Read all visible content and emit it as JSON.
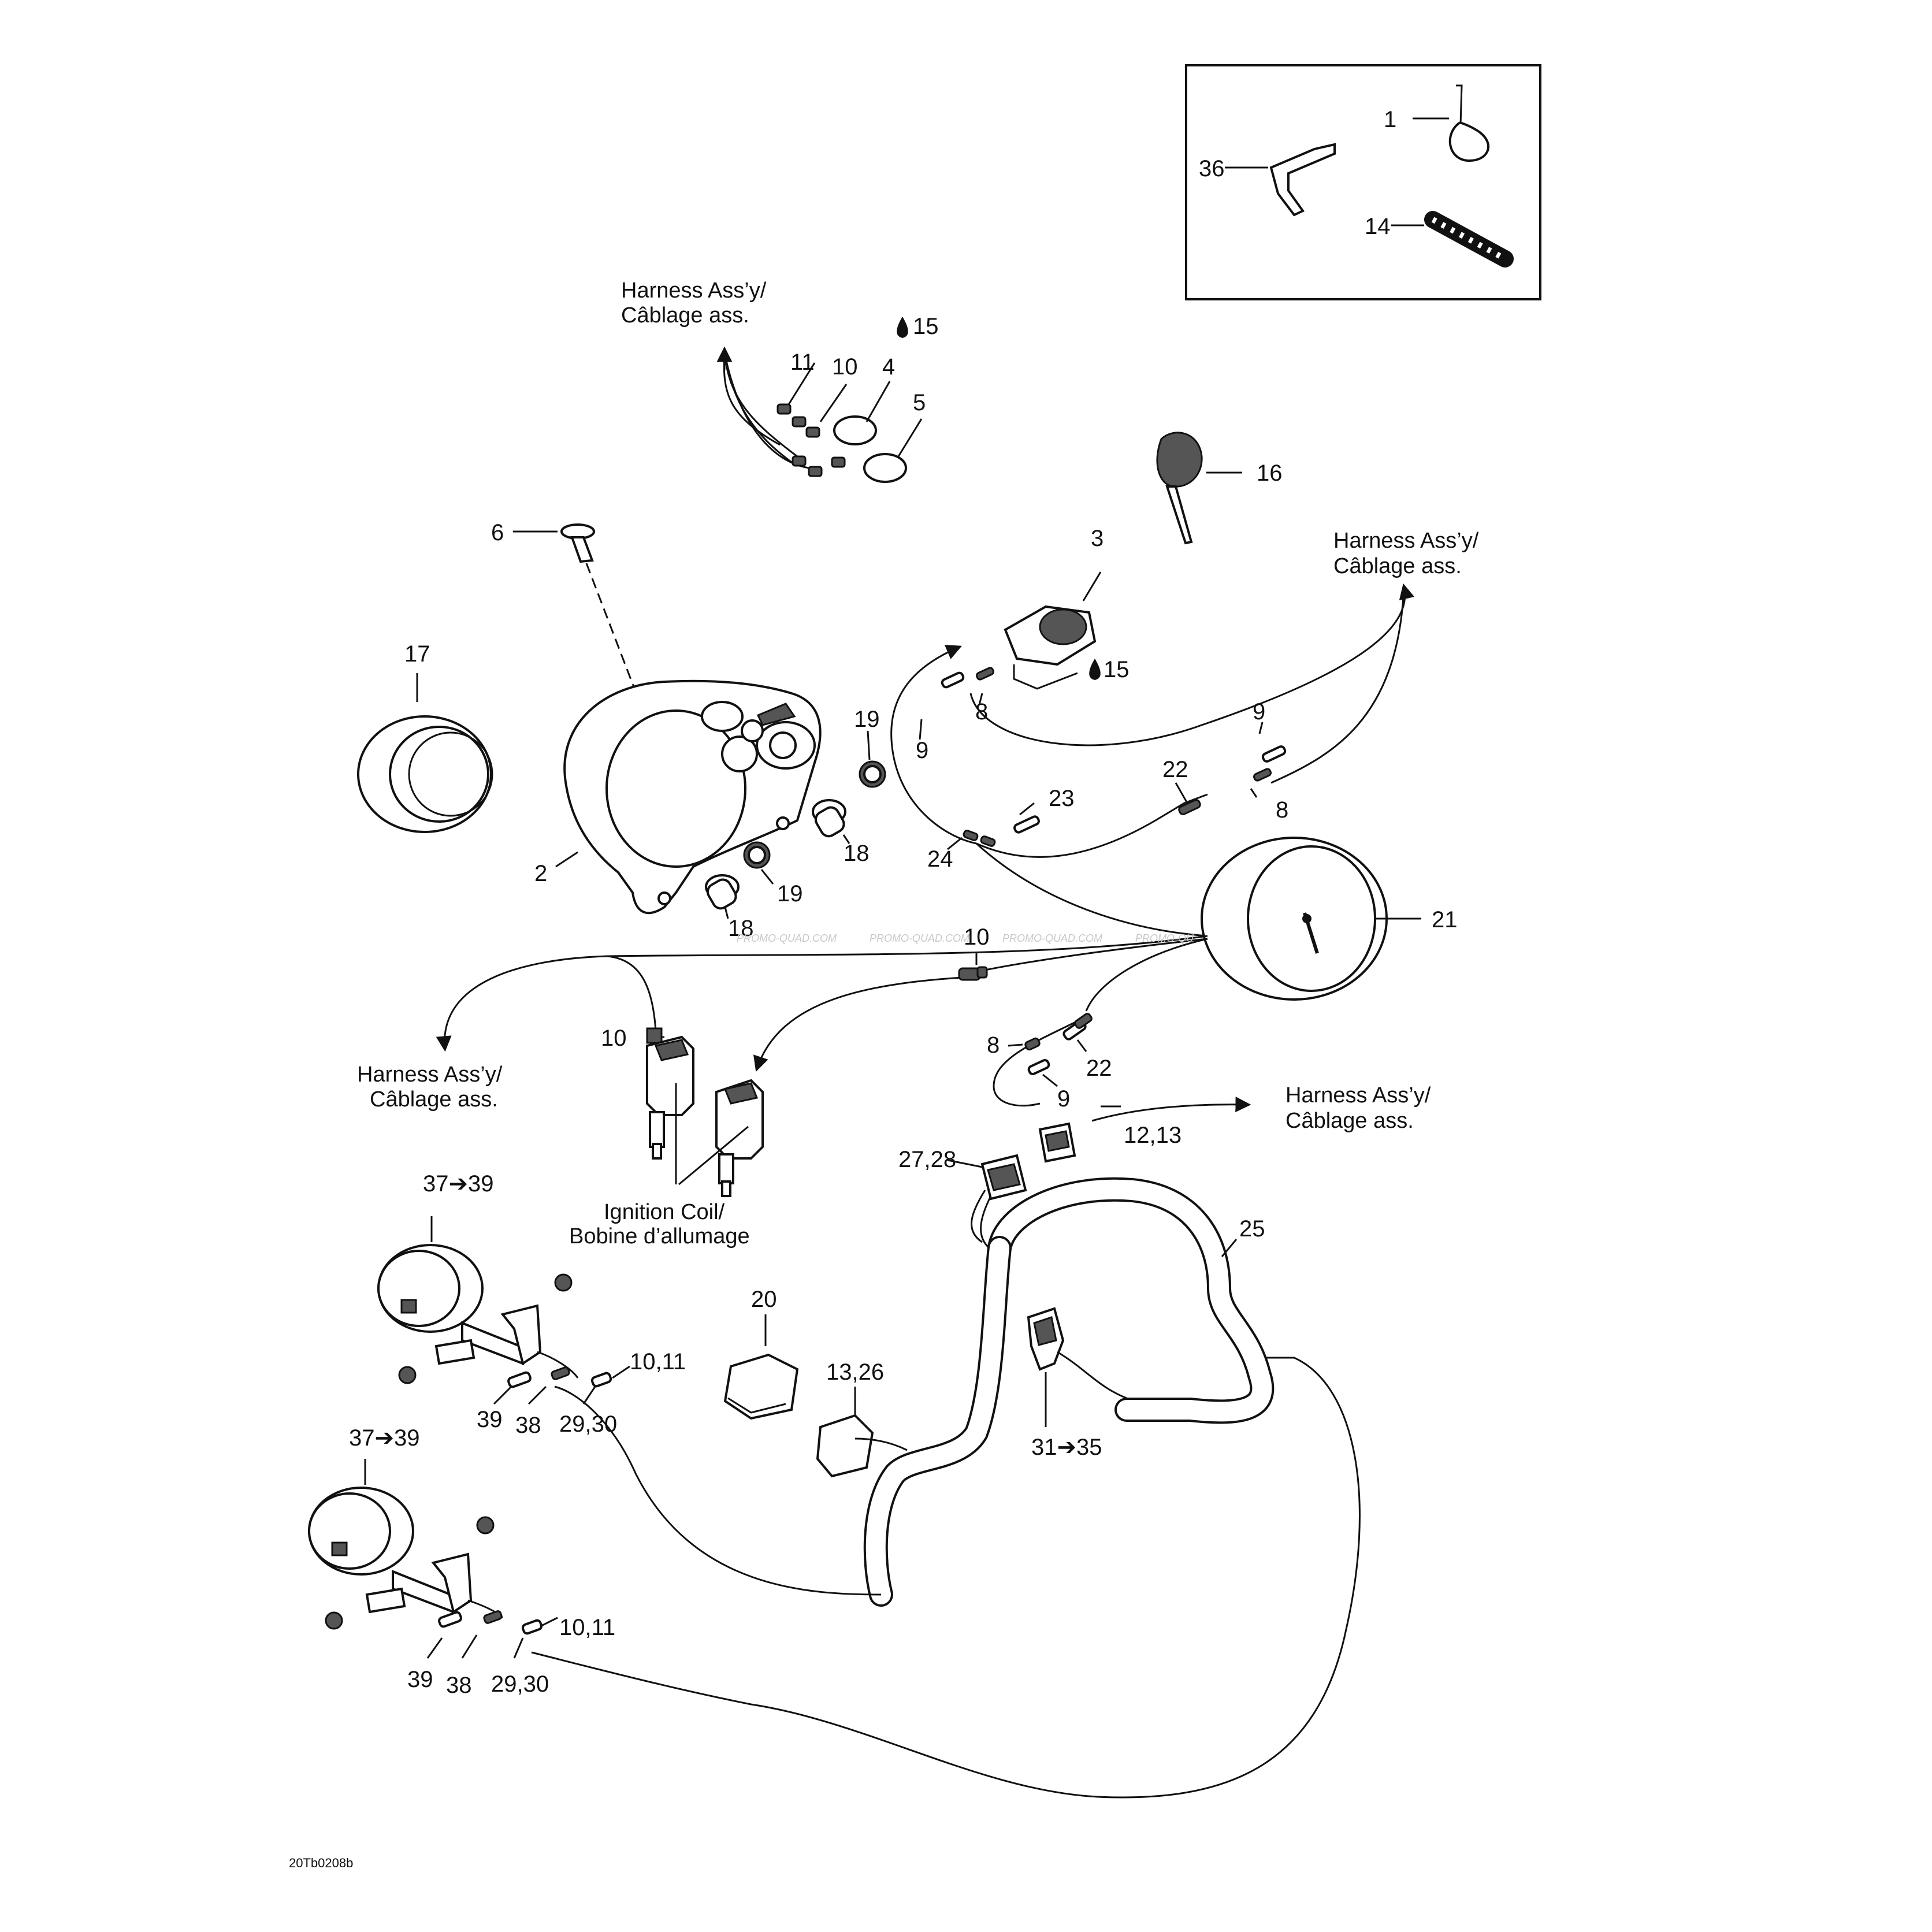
{
  "callouts": {
    "c1": "1",
    "c36": "36",
    "c14": "14",
    "c11": "11",
    "c10a": "10",
    "c4": "4",
    "c5": "5",
    "c15a": "15",
    "c16": "16",
    "c6": "6",
    "c3": "3",
    "c15b": "15",
    "c17": "17",
    "c19a": "19",
    "c18a": "18",
    "c2": "2",
    "c19b": "19",
    "c18b": "18",
    "c8a": "8",
    "c9a": "9",
    "c9b": "9",
    "c8b": "8",
    "c22a": "22",
    "c23": "23",
    "c24": "24",
    "c21": "21",
    "c10b": "10",
    "c10c": "10",
    "c8c": "8",
    "c22b": "22",
    "c9c": "9",
    "c1213": "12,13",
    "c2728": "27,28",
    "c25": "25",
    "c3739a": "37➔39",
    "c20": "20",
    "c1326": "13,26",
    "c1011a": "10,11",
    "c39a": "39",
    "c38a": "38",
    "c2930a": "29,30",
    "c3135": "31➔35",
    "c3739b": "37➔39",
    "c1011b": "10,11",
    "c39b": "39",
    "c38b": "38",
    "c2930b": "29,30"
  },
  "labels": {
    "harness_en": "Harness Ass’y/",
    "harness_fr": "Câblage ass.",
    "ignition_en": "Ignition Coil/",
    "ignition_fr": "Bobine d’allumage"
  },
  "watermark": {
    "w1": "PROMO-QUAD.COM",
    "w2": "PROMO-QUAD.COM",
    "w3": "PROMO-QUAD.COM",
    "w4": "PROMO-QU"
  },
  "drawing_code": "20Tb0208b"
}
